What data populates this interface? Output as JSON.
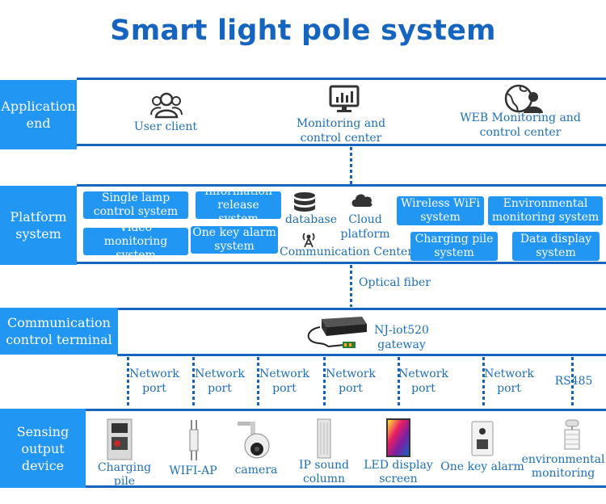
{
  "title": "Smart light pole system",
  "layers": {
    "application": "Application end",
    "platform": "Platform system",
    "communication": "Communication control terminal",
    "sensing": "Sensing output device"
  },
  "application": {
    "user_client": "User client",
    "monitoring": "Monitoring and control center",
    "web": "WEB Monitoring and control center"
  },
  "platform": {
    "single_lamp": "Single lamp control system",
    "info_release": "Information release system",
    "video": "Video monitoring system",
    "alarm": "One key alarm system",
    "database": "database",
    "cloud": "Cloud platform",
    "communication_center": "Communication Center",
    "wifi": "Wireless WiFi system",
    "env": "Environmental monitoring system",
    "charging": "Charging pile system",
    "display": "Data display system"
  },
  "optical_fiber": "Optical fiber",
  "gateway": "NJ-iot520 gateway",
  "ports": [
    "Network port",
    "Network port",
    "Network port",
    "Network port",
    "Network port",
    "Network port",
    "RS485"
  ],
  "devices": [
    "Charging pile",
    "WIFI-AP",
    "camera",
    "IP sound column",
    "LED display screen",
    "One key alarm",
    "environmental monitoring"
  ],
  "icons": [
    "users-icon",
    "monitor-chart-icon",
    "globe-user-icon",
    "database-icon",
    "cloud-icon",
    "antenna-icon",
    "gateway-device-icon"
  ],
  "colors": {
    "primary": "#1565c0",
    "label_bg": "#2196f3",
    "text": "#1e6fb8"
  }
}
